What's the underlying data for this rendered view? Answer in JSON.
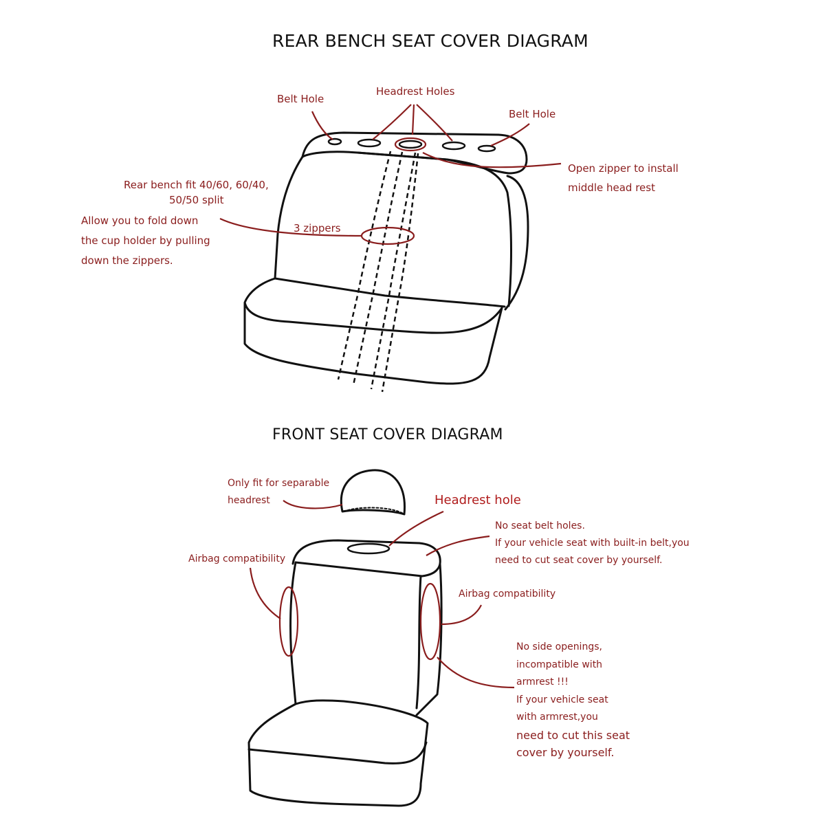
{
  "rear": {
    "title": "REAR BENCH SEAT COVER DIAGRAM",
    "belt_hole_left": "Belt Hole",
    "headrest_holes": "Headrest Holes",
    "belt_hole_right": "Belt Hole",
    "open_zipper": [
      "Open zipper to install",
      "middle head rest"
    ],
    "split_fit": [
      "Rear bench fit 40/60, 60/40,",
      "50/50 split"
    ],
    "fold_down": [
      "Allow you to fold down",
      "the cup holder by pulling",
      "down the zippers."
    ],
    "zippers": "3 zippers"
  },
  "front": {
    "title": "FRONT SEAT COVER DIAGRAM",
    "separable_headrest": [
      "Only fit for separable",
      "headrest"
    ],
    "headrest_hole": "Headrest hole",
    "no_belt_holes": [
      "No seat belt holes.",
      "If your vehicle seat with built-in belt,you",
      "need to cut seat cover by yourself."
    ],
    "airbag_left": "Airbag compatibility",
    "airbag_right": "Airbag compatibility",
    "no_side_openings": [
      "No side openings,",
      "incompatible with",
      "armrest !!!",
      "If your vehicle seat",
      "with armrest,you",
      "need to cut this seat",
      "cover by yourself."
    ]
  },
  "colors": {
    "outline": "#111111",
    "annotation": "#8a1d1d",
    "accent": "#b01c1c"
  }
}
